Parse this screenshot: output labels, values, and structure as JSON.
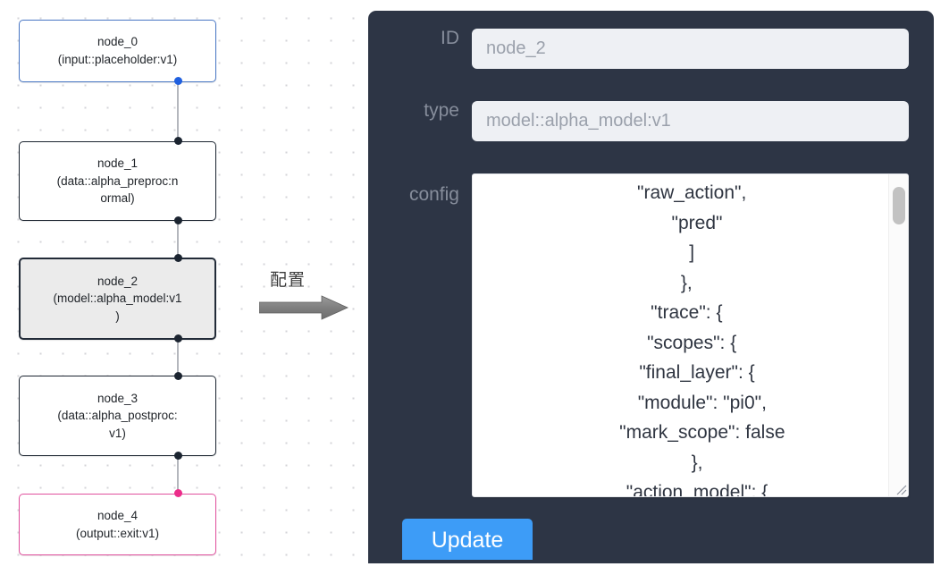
{
  "canvas": {
    "background_dot_color": "#d4d4d8",
    "nodes": [
      {
        "id": "node_0",
        "label": "node_0\n(input::placeholder:v1)",
        "kind": "input",
        "border_color": "#4876c4",
        "fill": "#ffffff"
      },
      {
        "id": "node_1",
        "label": "node_1\n(data::alpha_preproc:n\normal)",
        "kind": "default",
        "border_color": "#1b2430",
        "fill": "#ffffff"
      },
      {
        "id": "node_2",
        "label": "node_2\n(model::alpha_model:v1\n)",
        "kind": "selected",
        "border_color": "#222b38",
        "fill": "#ebebeb"
      },
      {
        "id": "node_3",
        "label": "node_3\n(data::alpha_postproc:\nv1)",
        "kind": "default",
        "border_color": "#1b2430",
        "fill": "#ffffff"
      },
      {
        "id": "node_4",
        "label": "node_4\n(output::exit:v1)",
        "kind": "output",
        "border_color": "#e0509d",
        "fill": "#ffffff"
      }
    ],
    "edges": [
      {
        "from": "node_0",
        "to": "node_1"
      },
      {
        "from": "node_1",
        "to": "node_2"
      },
      {
        "from": "node_2",
        "to": "node_3"
      },
      {
        "from": "node_3",
        "to": "node_4"
      }
    ],
    "handle_colors": {
      "default": "#1b2430",
      "source_input": "#2060df",
      "target_output": "#ec2c8a"
    }
  },
  "transition": {
    "label": "配置",
    "arrow_color": "#808080"
  },
  "config_panel": {
    "background": "#2d3545",
    "id_field": {
      "label": "ID",
      "value": "node_2",
      "placeholder": "node_2"
    },
    "type_field": {
      "label": "type",
      "value": "model::alpha_model:v1",
      "placeholder": "model::alpha_model:v1"
    },
    "config_field": {
      "label": "config",
      "value": "    \"raw_action\",\n      \"pred\"\n    ]\n  },\n  \"trace\": {\n    \"scopes\": {\n      \"final_layer\": {\n        \"module\": \"pi0\",\n        \"mark_scope\": false\n      },\n      \"action_model\": {",
      "scroll_thumb_position": "top"
    },
    "update_button": {
      "label": "Update",
      "color": "#3d9cf7"
    }
  }
}
